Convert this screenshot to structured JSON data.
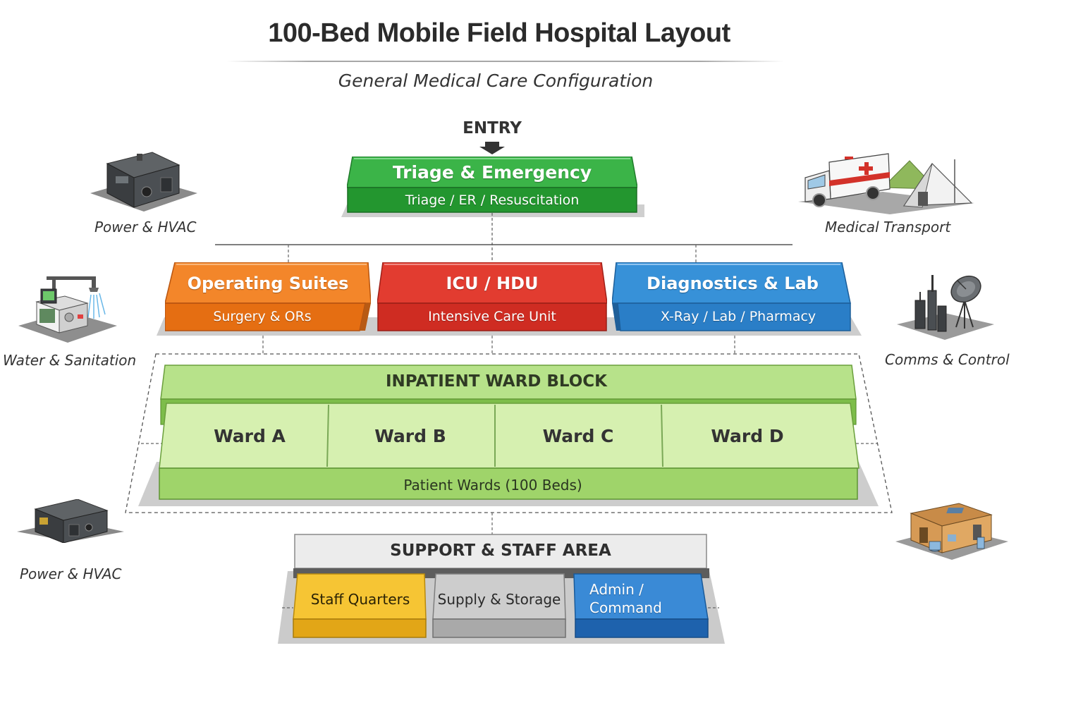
{
  "header": {
    "title": "100-Bed Mobile Field Hospital Layout",
    "subtitle": "General Medical Care Configuration"
  },
  "entry": {
    "label": "ENTRY"
  },
  "triage": {
    "title": "Triage & Emergency",
    "subtitle": "Triage / ER / Resuscitation",
    "color": "#2eaa3c"
  },
  "departments": [
    {
      "title": "Operating Suites",
      "subtitle": "Surgery & ORs",
      "color": "#ef7a1c"
    },
    {
      "title": "ICU / HDU",
      "subtitle": "Intensive Care Unit",
      "color": "#d9342b"
    },
    {
      "title": "Diagnostics & Lab",
      "subtitle": "X-Ray / Lab / Pharmacy",
      "color": "#2f86cf"
    }
  ],
  "ward_block": {
    "title": "INPATIENT WARD BLOCK",
    "wards": [
      "Ward A",
      "Ward B",
      "Ward C",
      "Ward D"
    ],
    "footer": "Patient Wards (100 Beds)",
    "color": "#a9db78"
  },
  "support": {
    "title": "SUPPORT & STAFF AREA",
    "units": [
      {
        "label": "Staff Quarters",
        "color": "#f5c02e"
      },
      {
        "label": "Supply & Storage",
        "color": "#c4c4c4"
      },
      {
        "label": "Admin / Command",
        "color": "#2f80cf"
      }
    ]
  },
  "facilities": {
    "power_top": {
      "label": "Power & HVAC",
      "icon": "generator-icon"
    },
    "water": {
      "label": "Water & Sanitation",
      "icon": "water-treatment-icon"
    },
    "power_bottom": {
      "label": "Power & HVAC",
      "icon": "generator-icon"
    },
    "transport": {
      "label": "Medical Transport",
      "icon": "ambulance-tent-icon"
    },
    "comms": {
      "label": "Comms & Control",
      "icon": "satellite-dish-icon"
    },
    "storage_unit": {
      "icon": "container-unit-icon"
    }
  }
}
